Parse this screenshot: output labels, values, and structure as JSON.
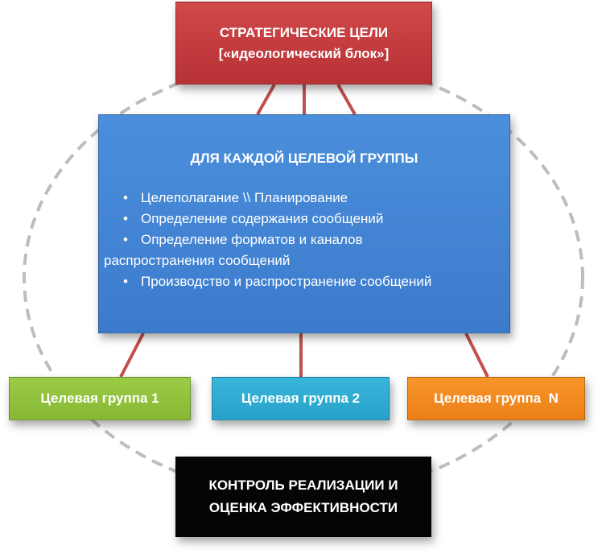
{
  "colors": {
    "strategic": "#c13c3f",
    "group_box": "#4286d6",
    "group1": "#92c23e",
    "group2": "#31acd3",
    "groupN": "#f28a22",
    "control": "#000000",
    "connector": "#c0504d",
    "circle": "#bfbfbf"
  },
  "strategic": {
    "line1": "СТРАТЕГИЧЕСКИЕ ЦЕЛИ",
    "line2": "[«идеологический блок»]"
  },
  "main": {
    "title": "ДЛЯ КАЖДОЙ ЦЕЛЕВОЙ ГРУППЫ",
    "bullet": "•",
    "items": [
      "Целеполагание \\\\ Планирование",
      "Определение содержания сообщений",
      "Определение форматов и каналов",
      "Производство и распространение сообщений"
    ],
    "item3_cont": "распространения сообщений"
  },
  "groups": [
    "Целевая группа 1",
    "Целевая группа 2",
    "Целевая группа  N"
  ],
  "control": {
    "line1": "КОНТРОЛЬ РЕАЛИЗАЦИИ И",
    "line2": "ОЦЕНКА ЭФФЕКТИВНОСТИ"
  }
}
